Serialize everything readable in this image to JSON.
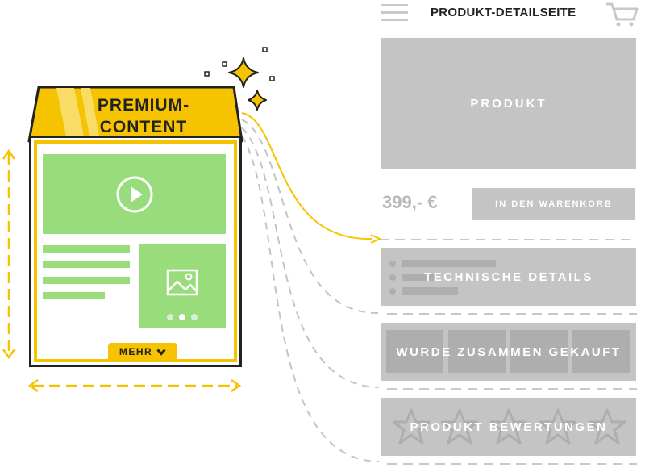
{
  "page": {
    "title": "PRODUKT-DETAILSEITE",
    "product_label": "PRODUKT",
    "price": "399,- €",
    "add_to_cart_label": "IN DEN WARENKORB",
    "sections": [
      {
        "label": "TECHNISCHE DETAILS"
      },
      {
        "label": "WURDE ZUSAMMEN GEKAUFT"
      },
      {
        "label": "PRODUKT BEWERTUNGEN"
      }
    ],
    "icons": [
      "menu-icon",
      "cart-icon",
      "play-icon",
      "image-icon",
      "chevron-down-icon",
      "sparkle-icon",
      "star-icon"
    ]
  },
  "premium": {
    "label_line1": "PREMIUM-",
    "label_line2": "CONTENT",
    "more_label": "MEHR"
  },
  "colors": {
    "accent": "#f6c300",
    "content_green": "#98dc7c",
    "placeholder_gray": "#c4c4c4",
    "outline": "#222222"
  }
}
